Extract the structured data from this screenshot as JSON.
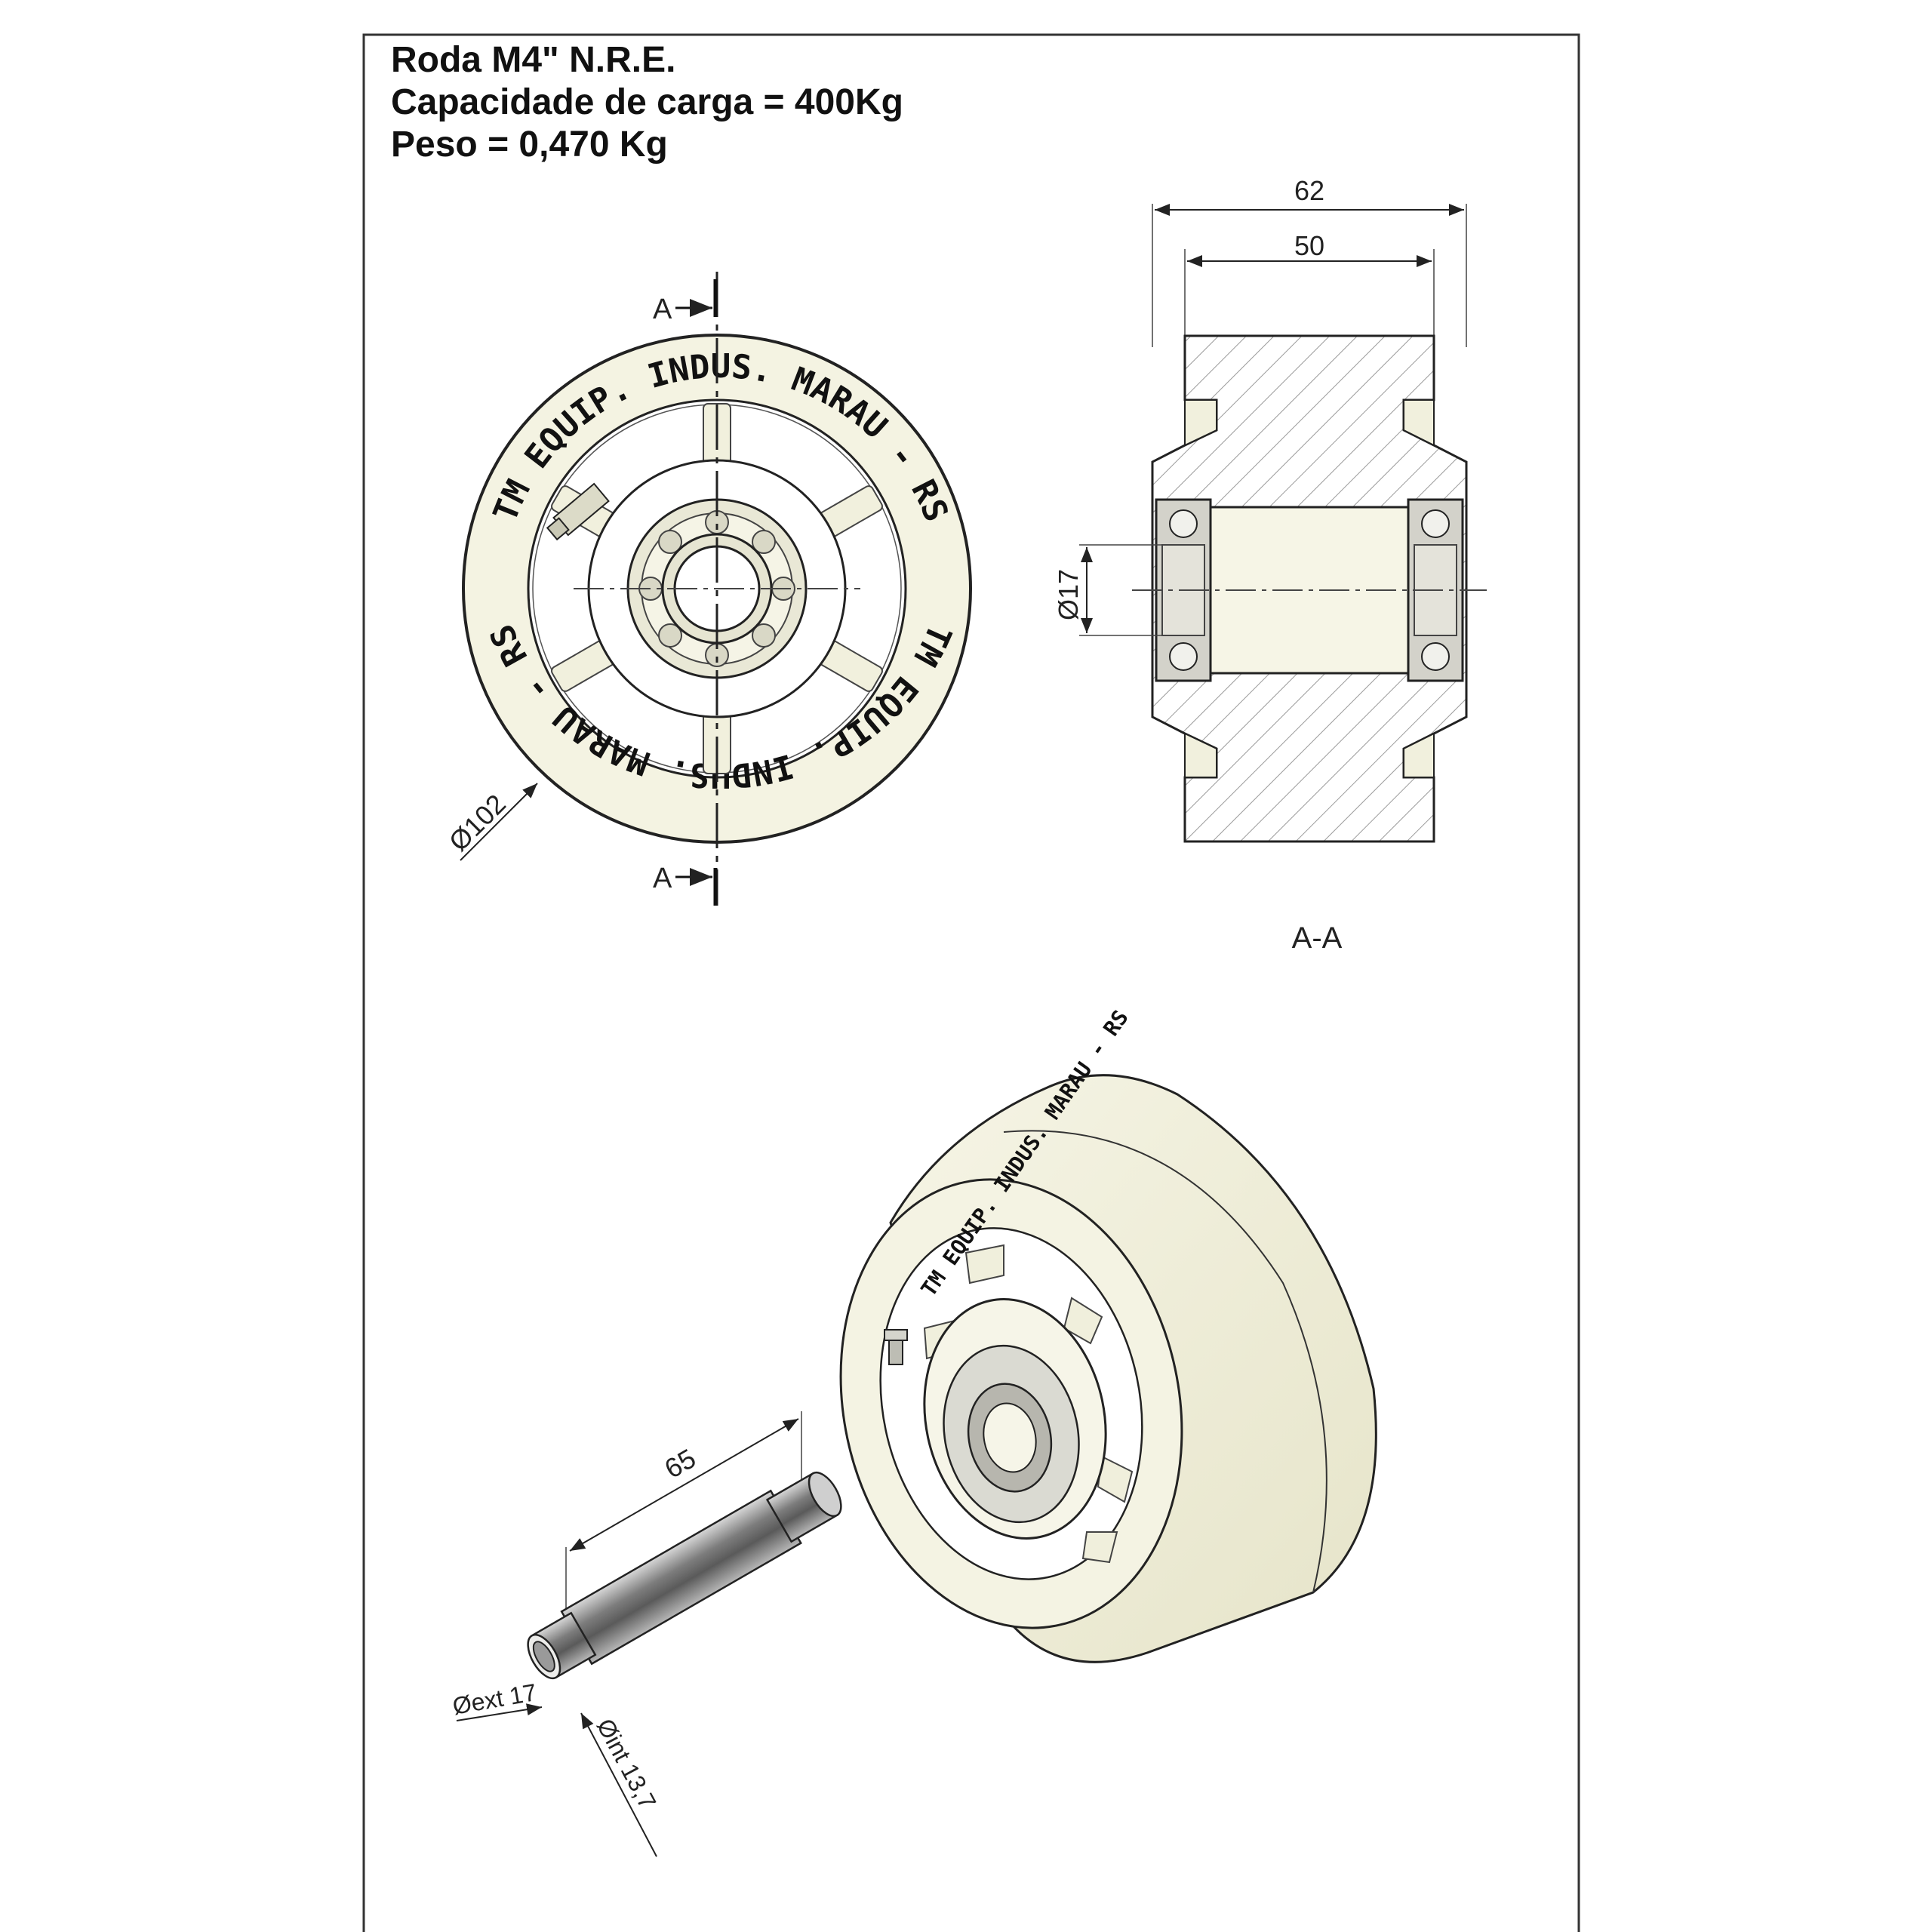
{
  "title": {
    "line1": "Roda M4\" N.R.E.",
    "line2": "Capacidade de carga = 400Kg",
    "line3": "Peso = 0,470 Kg"
  },
  "front_view": {
    "section_mark_top": "A",
    "section_mark_bottom": "A",
    "diameter_label": "Ø102",
    "logo_text_upper": "TM EQUIP. INDUS. MARAU - RS",
    "logo_text_lower": "TM EQUIP. INDUS. MARAU - RS"
  },
  "section_view": {
    "width_overall": "62",
    "width_inner": "50",
    "bore_diameter": "Ø17",
    "caption": "A-A"
  },
  "isometric": {
    "logo_text": "TM EQUIP. INDUS. MARAU - RS",
    "axle_length": "65",
    "axle_outer_diameter": "Øext 17",
    "axle_inner_diameter": "Øint 13,7"
  },
  "colors": {
    "wheel_cream": "#f1f0dd",
    "line": "#222222",
    "bearing": "#cfcfc8",
    "steel": "#8a8a8a"
  }
}
